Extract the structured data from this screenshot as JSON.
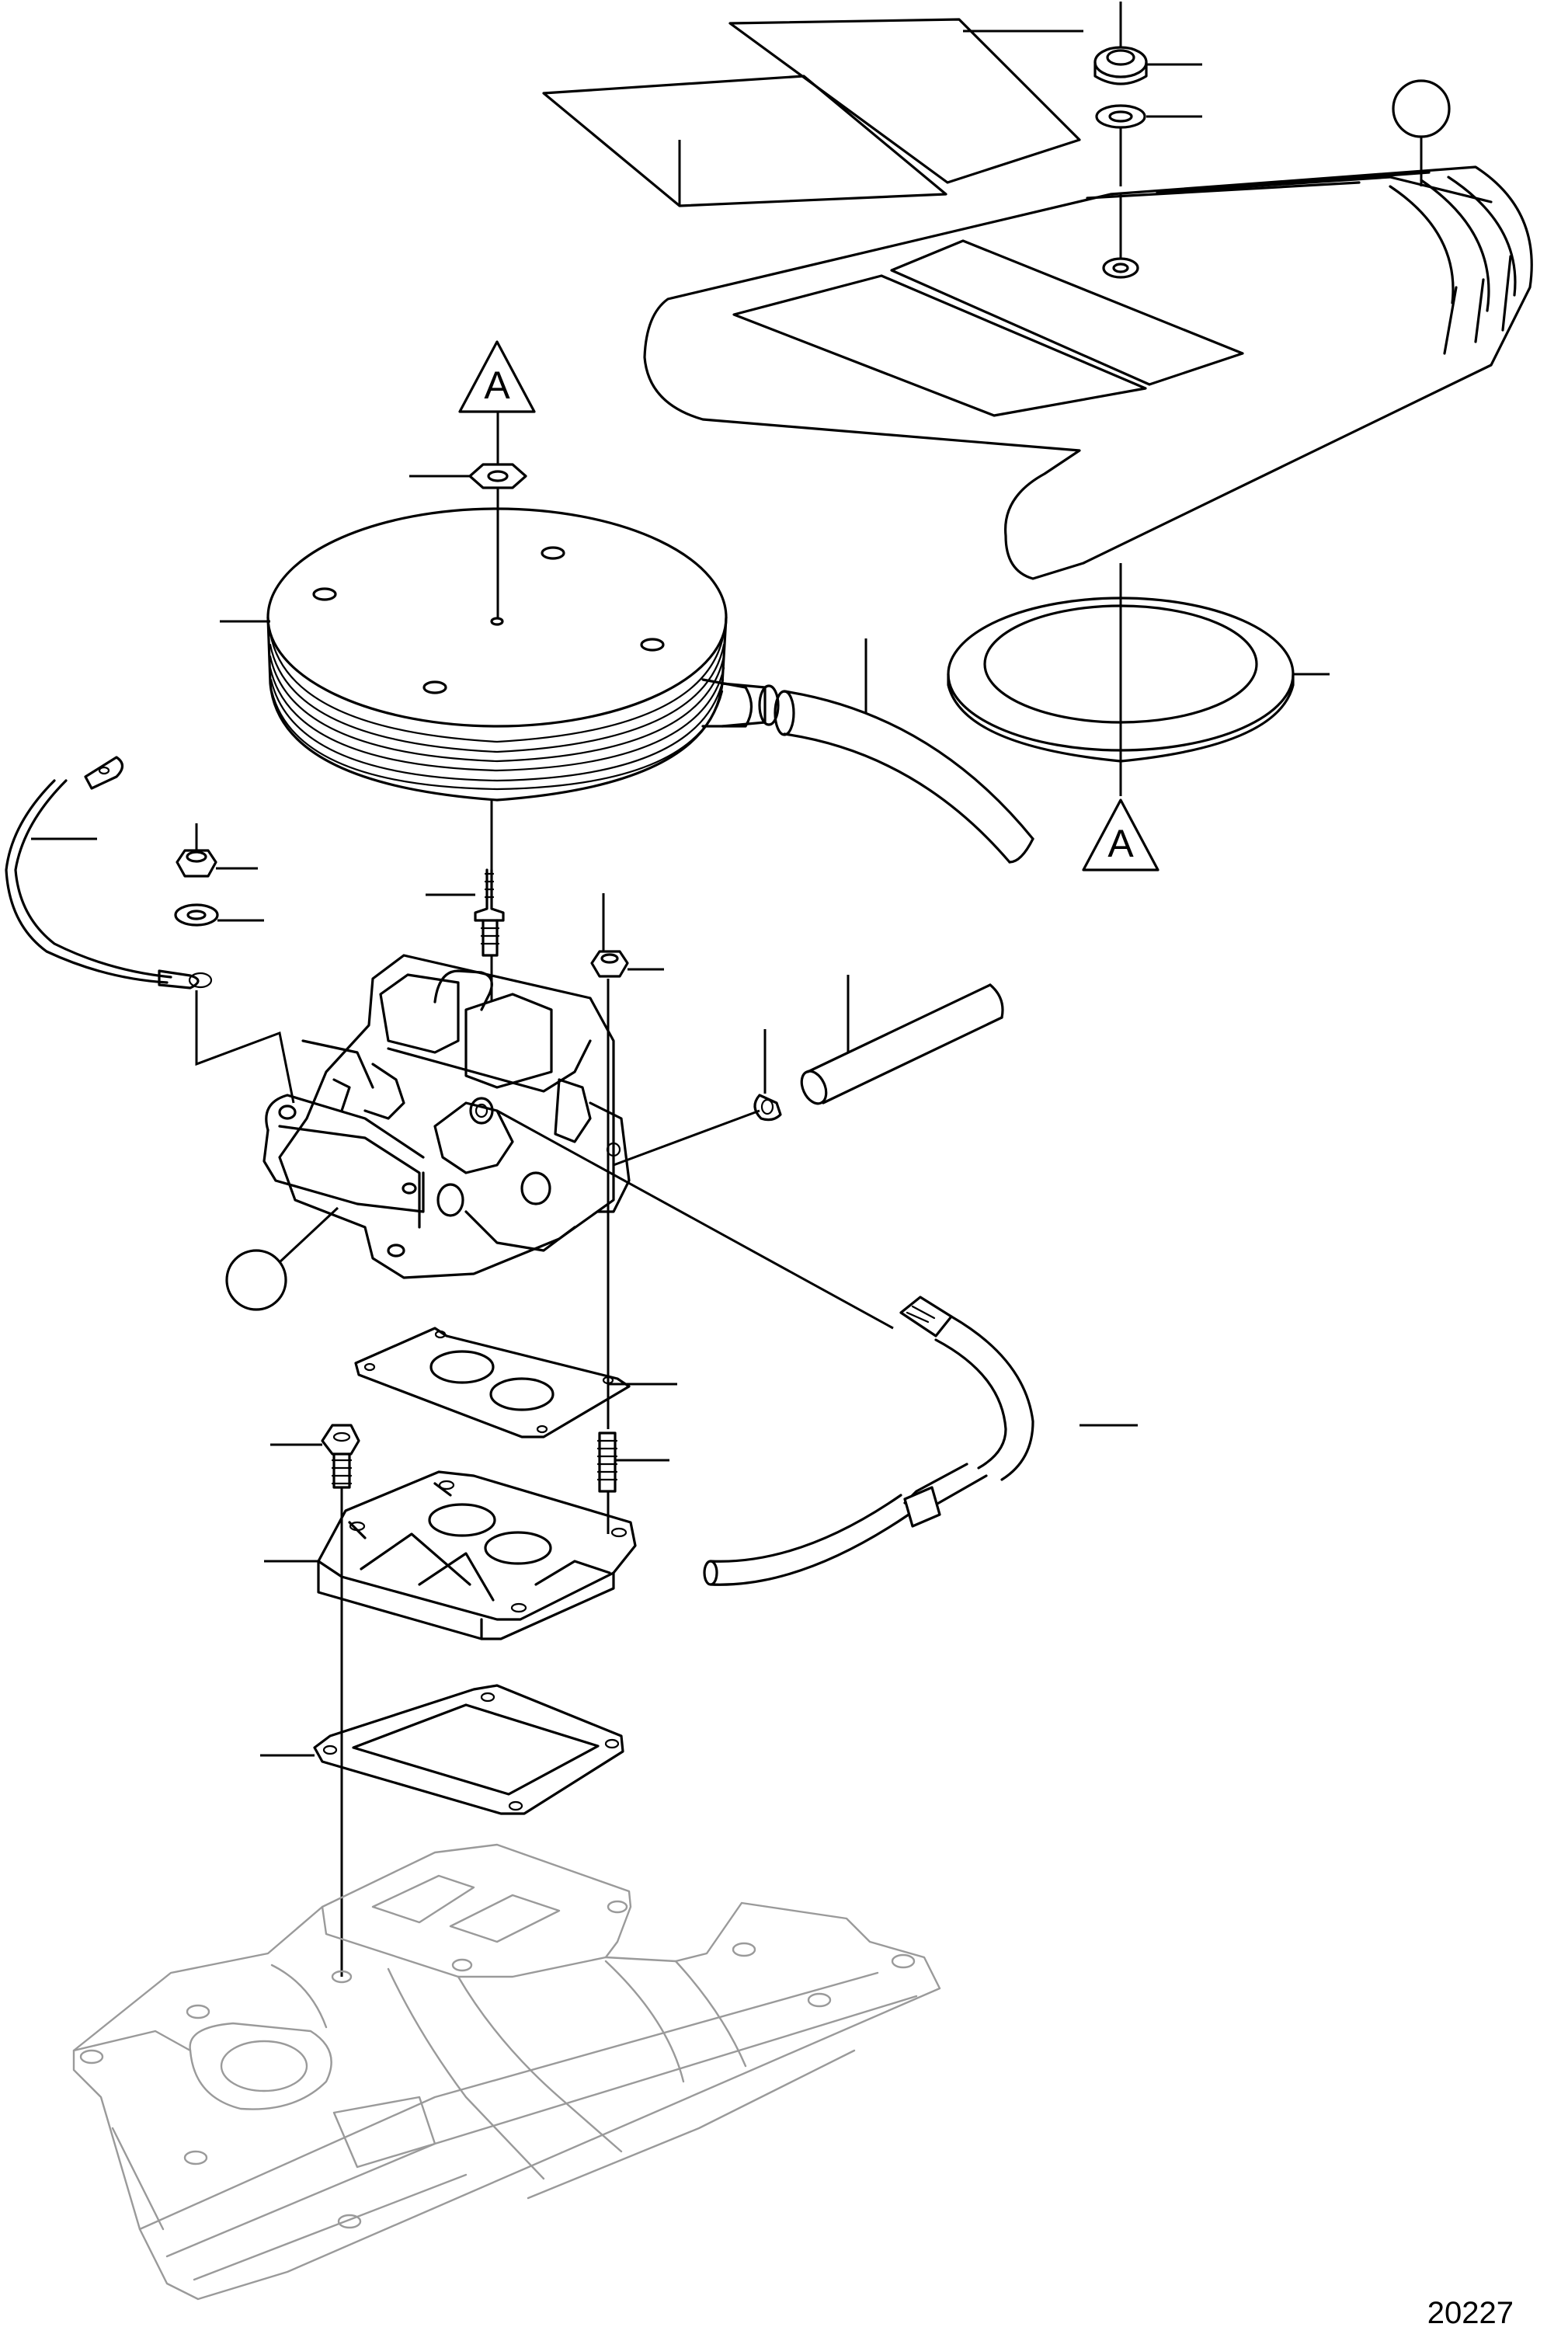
{
  "figure": {
    "number": "20227",
    "reference_mark_top": "A",
    "reference_mark_bottom": "A"
  },
  "callout_circles": [
    {
      "id": "cover-callout",
      "label": ""
    },
    {
      "id": "carburetor-callout",
      "label": ""
    }
  ]
}
